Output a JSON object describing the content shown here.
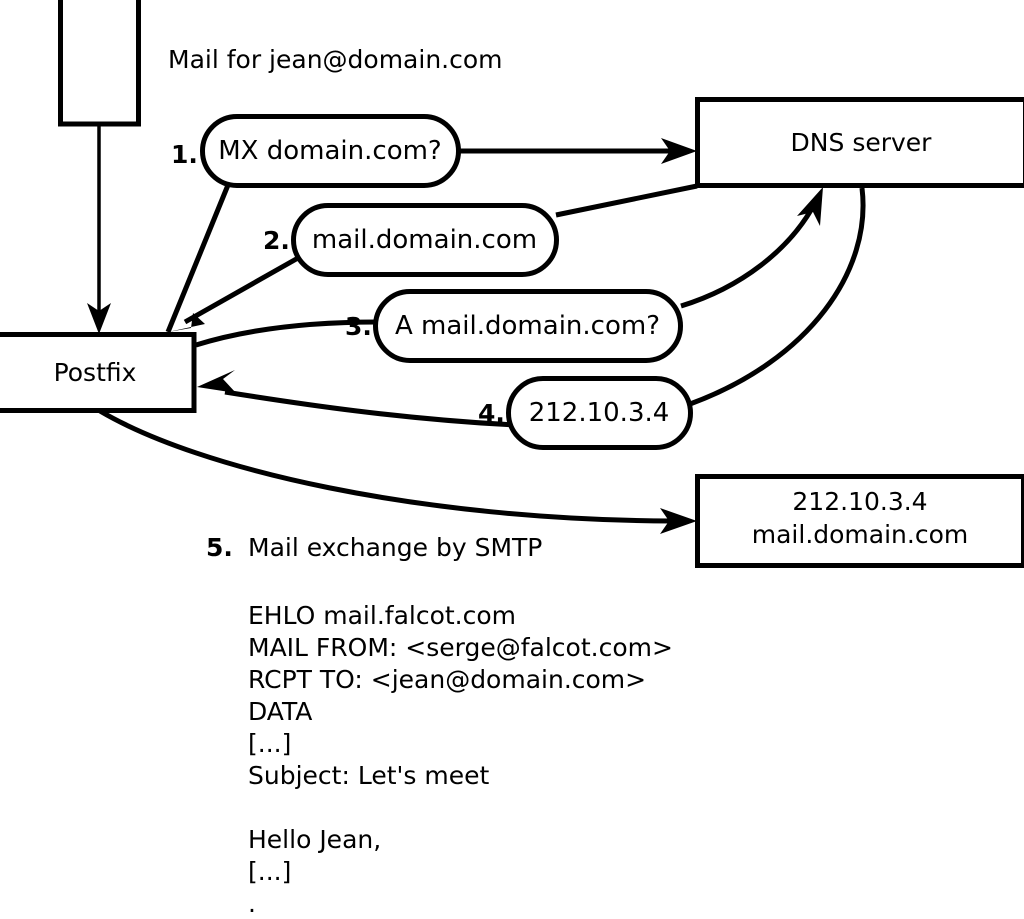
{
  "diagram": {
    "title_caption": "Mail for jean@domain.com",
    "nodes": [
      {
        "id": "source",
        "label": "",
        "kind": "rect"
      },
      {
        "id": "postfix",
        "label": "Postfix",
        "kind": "rect"
      },
      {
        "id": "dns",
        "label": "DNS server",
        "kind": "rect"
      },
      {
        "id": "mailserver",
        "label_line1": "212.10.3.4",
        "label_line2": "mail.domain.com",
        "kind": "rect"
      }
    ],
    "steps": [
      {
        "num": "1.",
        "label": "MX domain.com?"
      },
      {
        "num": "2.",
        "label": "mail.domain.com"
      },
      {
        "num": "3.",
        "label": "A mail.domain.com?"
      },
      {
        "num": "4.",
        "label": "212.10.3.4"
      },
      {
        "num": "5.",
        "label": "Mail exchange by SMTP"
      }
    ],
    "smtp_transcript": [
      "EHLO mail.falcot.com",
      "MAIL FROM: <serge@falcot.com>",
      "RCPT TO: <jean@domain.com>",
      "DATA",
      "[...]",
      "Subject: Let's meet",
      "",
      "Hello Jean,",
      "[...]",
      "."
    ],
    "colors": {
      "stroke": "#000000",
      "fill": "#ffffff",
      "text": "#000000"
    }
  }
}
